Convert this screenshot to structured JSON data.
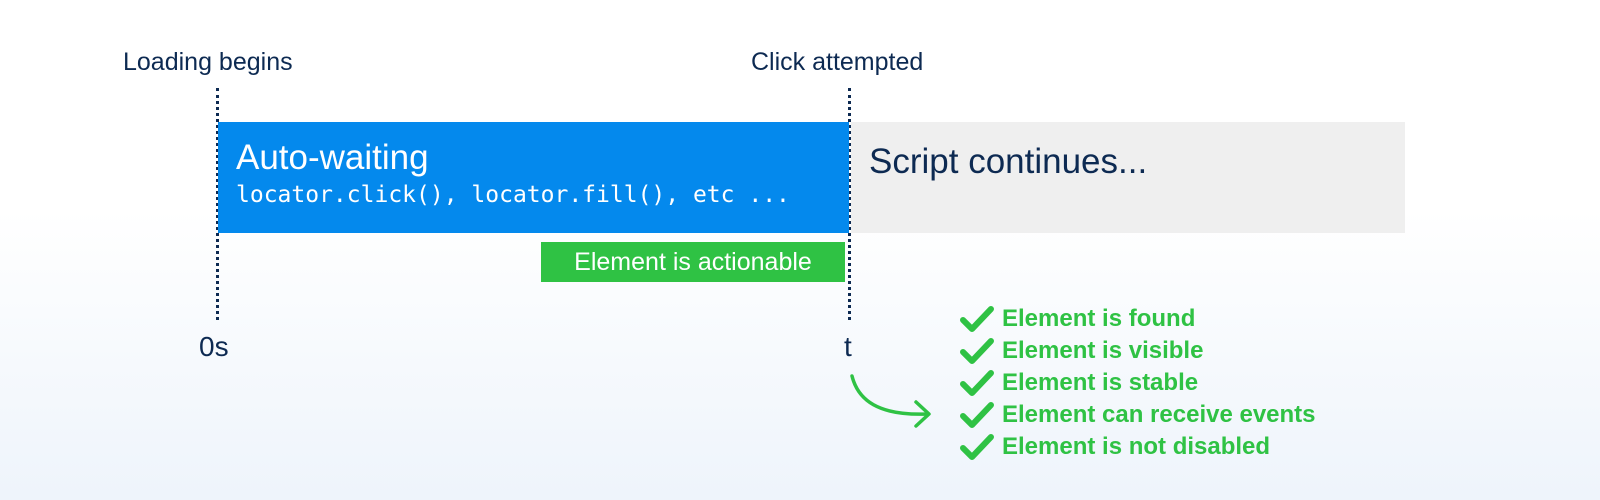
{
  "labels": {
    "loading_begins": "Loading begins",
    "click_attempted": "Click attempted"
  },
  "auto_waiting": {
    "title": "Auto-waiting",
    "code": "locator.click(), locator.fill(), etc ..."
  },
  "script_continues": "Script continues...",
  "actionable_badge": "Element is actionable",
  "timeline": {
    "start": "0s",
    "end": "t"
  },
  "checks": [
    "Element is found",
    "Element is visible",
    "Element is stable",
    "Element can receive events",
    "Element is not disabled"
  ],
  "colors": {
    "navy": "#0d2a52",
    "blue": "#0489ed",
    "green": "#2fc244",
    "gray": "#efefef"
  }
}
